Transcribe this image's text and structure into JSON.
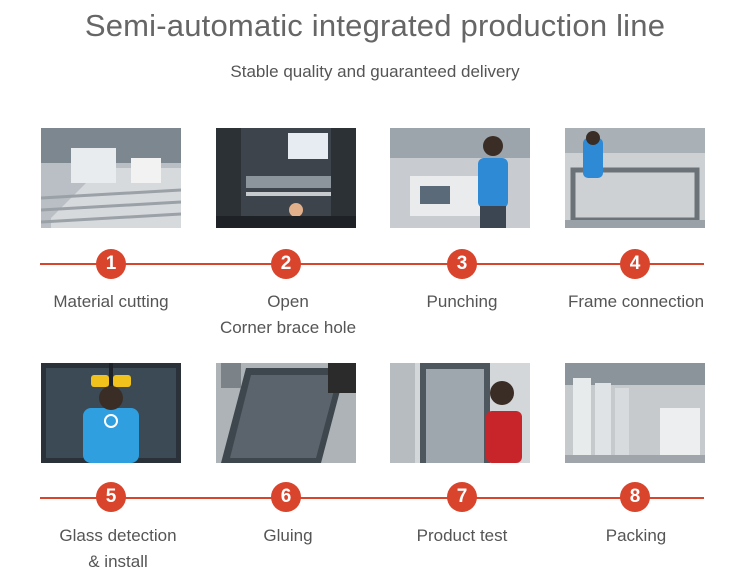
{
  "header": {
    "title": "Semi-automatic integrated production line",
    "subtitle": "Stable quality and guaranteed delivery"
  },
  "steps": [
    {
      "number": "1",
      "label_lines": [
        "Material cutting"
      ],
      "photo": "material-cutting-photo"
    },
    {
      "number": "2",
      "label_lines": [
        "Open",
        "Corner brace hole"
      ],
      "photo": "corner-brace-hole-photo"
    },
    {
      "number": "3",
      "label_lines": [
        "Punching"
      ],
      "photo": "punching-photo"
    },
    {
      "number": "4",
      "label_lines": [
        "Frame connection"
      ],
      "photo": "frame-connection-photo"
    },
    {
      "number": "5",
      "label_lines": [
        "Glass detection",
        "& install"
      ],
      "photo": "glass-detection-photo"
    },
    {
      "number": "6",
      "label_lines": [
        "Gluing"
      ],
      "photo": "gluing-photo"
    },
    {
      "number": "7",
      "label_lines": [
        "Product test"
      ],
      "photo": "product-test-photo"
    },
    {
      "number": "8",
      "label_lines": [
        "Packing"
      ],
      "photo": "packing-photo"
    }
  ],
  "colors": {
    "accent": "#d9442c",
    "title_text": "#666666",
    "body_text": "#555555"
  }
}
